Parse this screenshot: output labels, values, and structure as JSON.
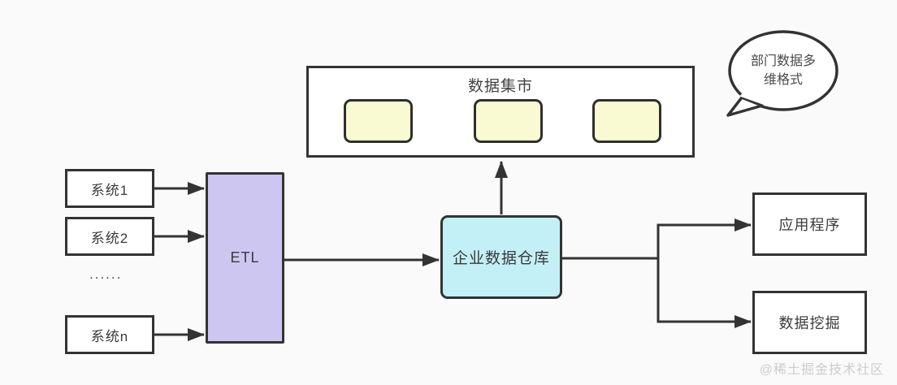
{
  "diagram": {
    "background_color": "#fafafa",
    "line_color": "#333333",
    "data_mart": {
      "title": "数据集市",
      "cell_count": 3,
      "cell_color": "#fafad2"
    },
    "bubble": {
      "lines": [
        "部门数据多",
        "维格式"
      ],
      "full_text": "部门数据多维格式"
    },
    "systems": [
      {
        "label": "系统1"
      },
      {
        "label": "系统2"
      },
      {
        "label": "系统n"
      }
    ],
    "ellipsis": "......",
    "etl": {
      "label": "ETL",
      "fill_color": "#cdc6f1"
    },
    "warehouse": {
      "label": "企业数据仓库",
      "fill_color": "#c3f0f6"
    },
    "outputs": [
      {
        "label": "应用程序"
      },
      {
        "label": "数据挖掘"
      }
    ],
    "watermark": "@稀土掘金技术社区"
  }
}
